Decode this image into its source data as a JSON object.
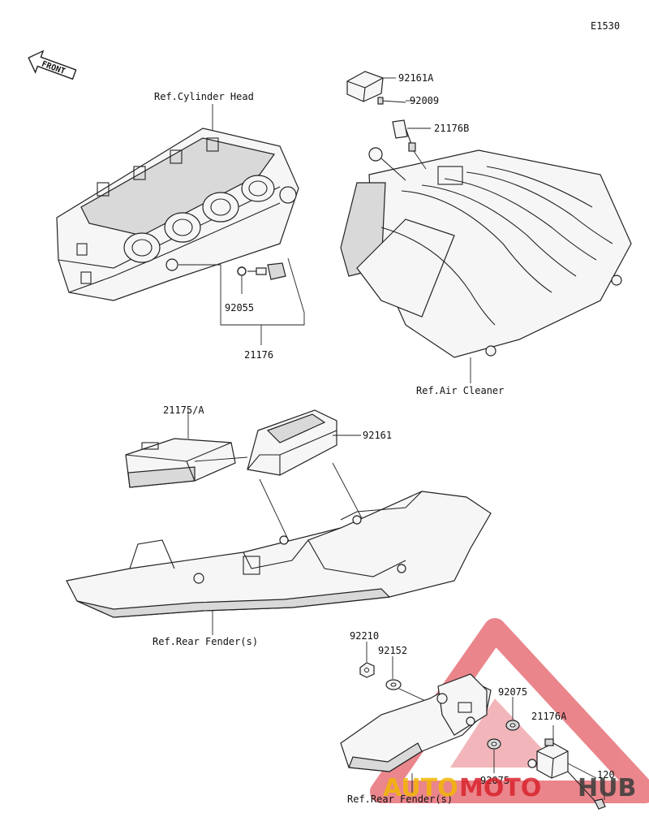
{
  "diagram_code": "E1530",
  "front_badge": "FRONT",
  "labels": {
    "ref_cylinder_head": "Ref.Cylinder Head",
    "p92055": "92055",
    "p21176": "21176",
    "p92161A": "92161A",
    "p92009": "92009",
    "p21176B": "21176B",
    "ref_air_cleaner": "Ref.Air Cleaner",
    "p21175A": "21175/A",
    "p92161": "92161",
    "ref_rear_fender_1": "Ref.Rear Fender(s)",
    "p92210": "92210",
    "p92152": "92152",
    "p92075_top": "92075",
    "p21176A": "21176A",
    "p92075_bottom": "92075",
    "p120": "120",
    "ref_rear_fender_2": "Ref.Rear Fender(s)"
  },
  "watermark": {
    "part1": "AUTO",
    "part2": "MOTO",
    "part3": "HUB",
    "color_yellow": "#f2b705",
    "color_red": "#d9232d",
    "color_dark": "#3a3a3a"
  }
}
